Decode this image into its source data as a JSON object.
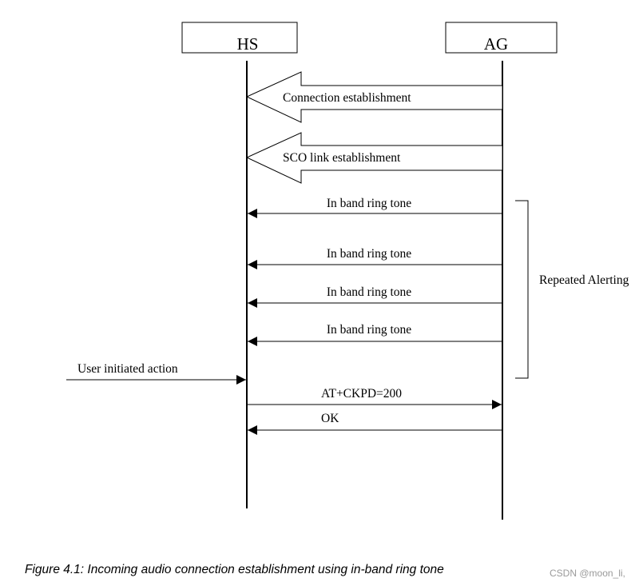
{
  "participants": {
    "hs": "HS",
    "ag": "AG"
  },
  "procedures": {
    "connection": "Connection establishment",
    "sco": "SCO link establishment"
  },
  "messages": {
    "ring_1": "In band ring tone",
    "ring_2": "In band ring tone",
    "ring_3": "In band ring tone",
    "ring_4": "In band ring tone",
    "at_ckpd": "AT+CKPD=200",
    "ok": "OK"
  },
  "annotations": {
    "user_action": "User initiated action",
    "repeated_alerting": "Repeated Alerting"
  },
  "caption": "Figure 4.1: Incoming audio connection establishment using in-band ring tone",
  "watermark": "CSDN @moon_li,"
}
